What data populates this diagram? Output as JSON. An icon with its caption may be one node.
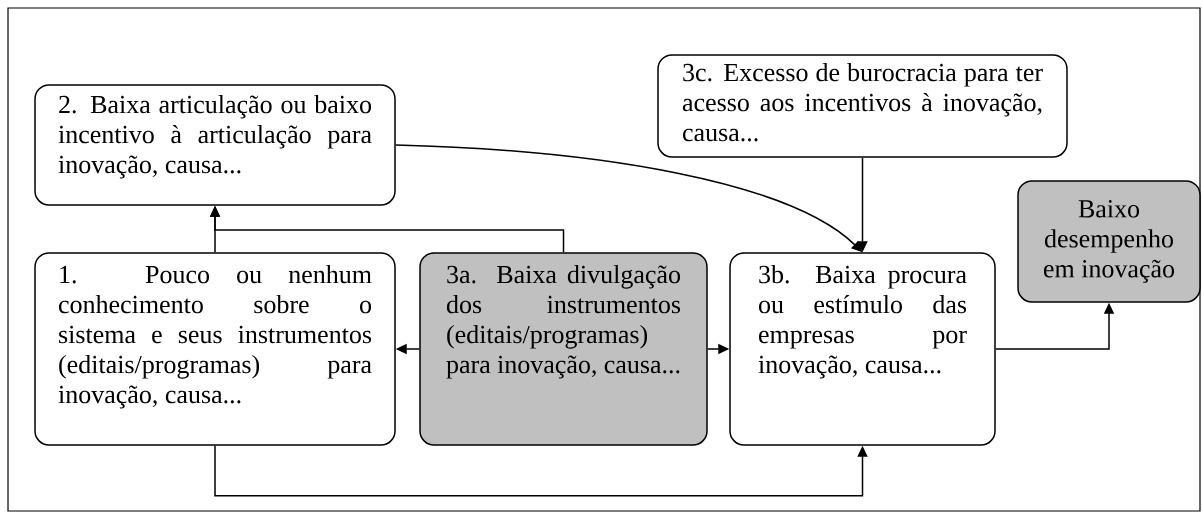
{
  "diagram": {
    "nodes": [
      {
        "text": [
          "2. Baixa articulação ou baixo incentivo à articulação para inovação, causa..."
        ]
      },
      {
        "text": [
          "3c. Excesso de burocracia para ter acesso aos incentivos à inovação, causa..."
        ]
      },
      {
        "text": [
          "1. Pouco ou nenhum conhecimento sobre o sistema e seus instrumentos (editais/programas) para inovação, causa..."
        ]
      },
      {
        "text": [
          "3a. Baixa divulgação dos instrumentos (editais/programas) para inovação, causa..."
        ]
      },
      {
        "text": [
          "3b. Baixa procura ou estímulo das empresas por inovação, causa..."
        ]
      },
      {
        "text": [
          "Baixo desempenho em inovação"
        ]
      }
    ],
    "edges": [
      {
        "from": 2,
        "to": 0,
        "arrow": "to"
      },
      {
        "from": 3,
        "to": 0,
        "arrow": "to"
      },
      {
        "from": 3,
        "to": 2,
        "arrow": "to"
      },
      {
        "from": 3,
        "to": 4,
        "arrow": "to"
      },
      {
        "from": 0,
        "to": 4,
        "arrow": "to"
      },
      {
        "from": 1,
        "to": 4,
        "arrow": "to"
      },
      {
        "from": 2,
        "to": 4,
        "arrow": "to"
      },
      {
        "from": 4,
        "to": 5,
        "arrow": "to"
      }
    ]
  }
}
